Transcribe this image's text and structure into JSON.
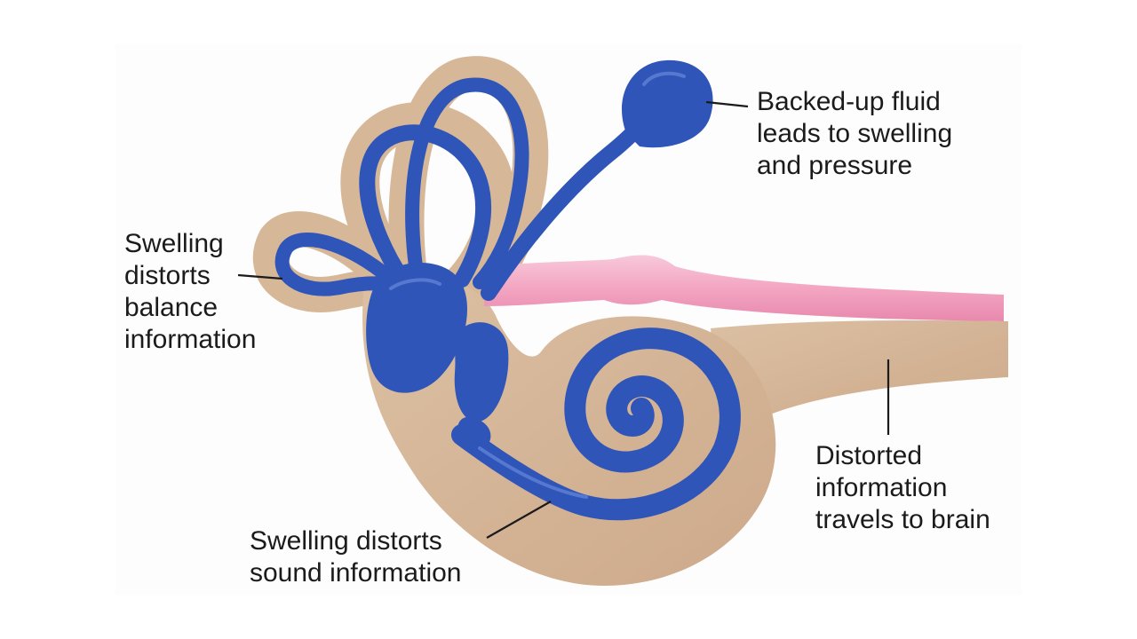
{
  "labels": {
    "fluid": {
      "lines": [
        "Backed-up fluid",
        "leads to swelling",
        "and pressure"
      ]
    },
    "balance": {
      "lines": [
        "Swelling",
        "distorts",
        "balance",
        "information"
      ]
    },
    "brain": {
      "lines": [
        "Distorted",
        "information",
        "travels to brain"
      ]
    },
    "sound": {
      "lines": [
        "Swelling distorts",
        "sound information"
      ]
    }
  },
  "colors": {
    "labyrinth_blue": "#2f55b8",
    "labyrinth_dark": "#1f3f96",
    "bone_tan": "#d6b899",
    "bone_dark": "#c4a281",
    "nerve_pink": "#f2a9c4",
    "text": "#1b1b1b"
  }
}
